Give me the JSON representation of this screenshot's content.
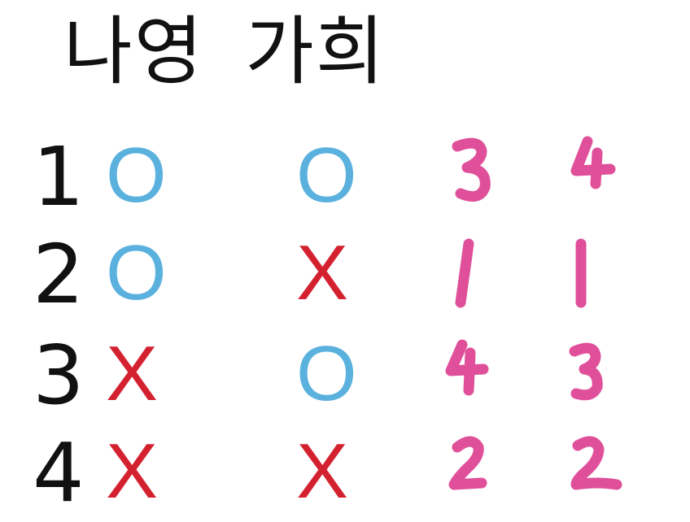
{
  "header": {
    "col1_label": "나영",
    "col2_label": "가희"
  },
  "rows": [
    {
      "num": "1",
      "col1": "O",
      "col2": "O",
      "hand1": "3",
      "hand2": "4"
    },
    {
      "num": "2",
      "col1": "O",
      "col2": "X",
      "hand1": "1",
      "hand2": "1"
    },
    {
      "num": "3",
      "col1": "X",
      "col2": "O",
      "hand1": "4",
      "hand2": "3"
    },
    {
      "num": "4",
      "col1": "X",
      "col2": "X",
      "hand1": "2",
      "hand2": "2"
    }
  ],
  "colors": {
    "o": "#5ab1de",
    "x": "#d4212f",
    "handwriting": "#e0509a",
    "text": "#111111"
  }
}
